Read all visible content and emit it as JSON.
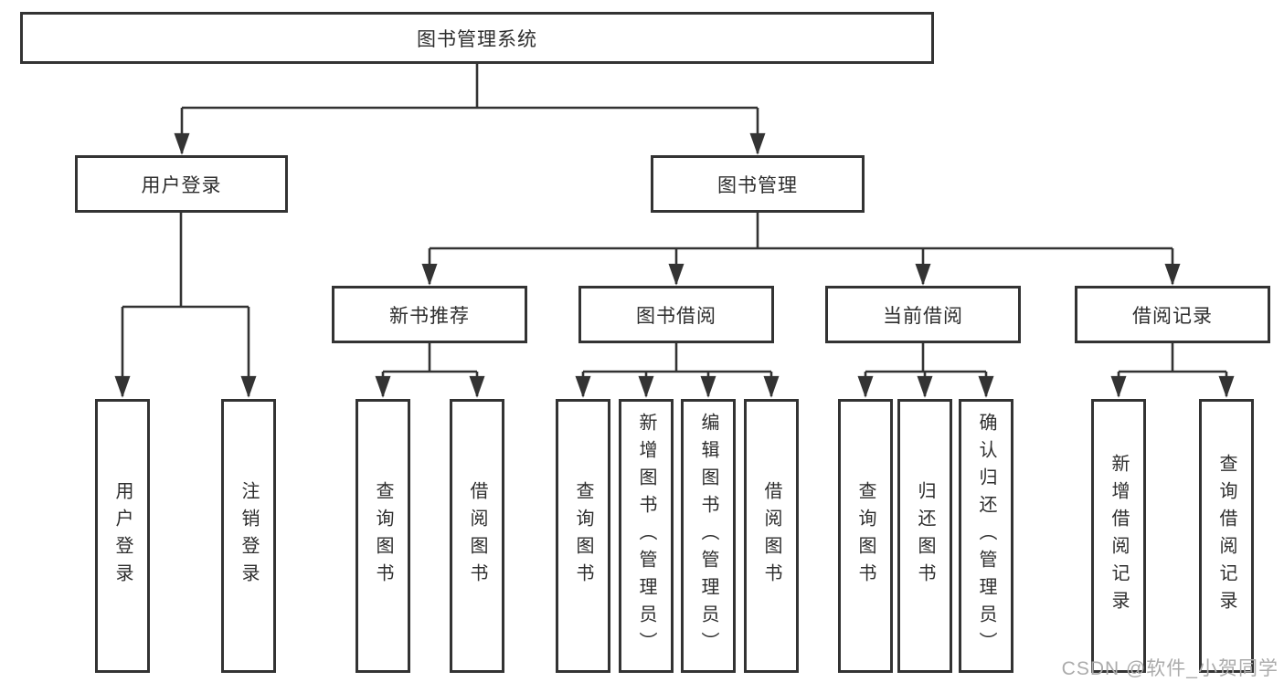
{
  "nodes": {
    "root": {
      "label": "图书管理系统"
    },
    "level2": [
      {
        "label": "用户登录"
      },
      {
        "label": "图书管理",
        "parent": "图书管理系统"
      }
    ],
    "level3": [
      {
        "label": "新书推荐",
        "parent": "图书管理"
      },
      {
        "label": "图书借阅",
        "parent": "图书管理"
      },
      {
        "label": "当前借阅",
        "parent": "图书管理"
      },
      {
        "label": "借阅记录",
        "parent": "图书管理"
      }
    ],
    "leaves": [
      {
        "label": "用户登录",
        "parent": "用户登录"
      },
      {
        "label": "注销登录",
        "parent": "用户登录"
      },
      {
        "label": "查询图书",
        "parent": "新书推荐"
      },
      {
        "label": "借阅图书",
        "parent": "新书推荐"
      },
      {
        "label": "查询图书",
        "parent": "图书借阅"
      },
      {
        "label": "新增图书（管理员）",
        "parent": "图书借阅"
      },
      {
        "label": "编辑图书（管理员）",
        "parent": "图书借阅"
      },
      {
        "label": "借阅图书",
        "parent": "图书借阅"
      },
      {
        "label": "查询图书",
        "parent": "当前借阅"
      },
      {
        "label": "归还图书",
        "parent": "当前借阅"
      },
      {
        "label": "确认归还（管理员）",
        "parent": "当前借阅"
      },
      {
        "label": "新增借阅记录",
        "parent": "借阅记录"
      },
      {
        "label": "查询借阅记录",
        "parent": "借阅记录"
      }
    ]
  },
  "watermark": {
    "text": "CSDN @软件_小贺同学"
  },
  "colors": {
    "line": "#333333",
    "text": "#2d2d2d",
    "box_background": "#ffffff",
    "page_background": "#ffffff",
    "watermark": "#ababab"
  }
}
